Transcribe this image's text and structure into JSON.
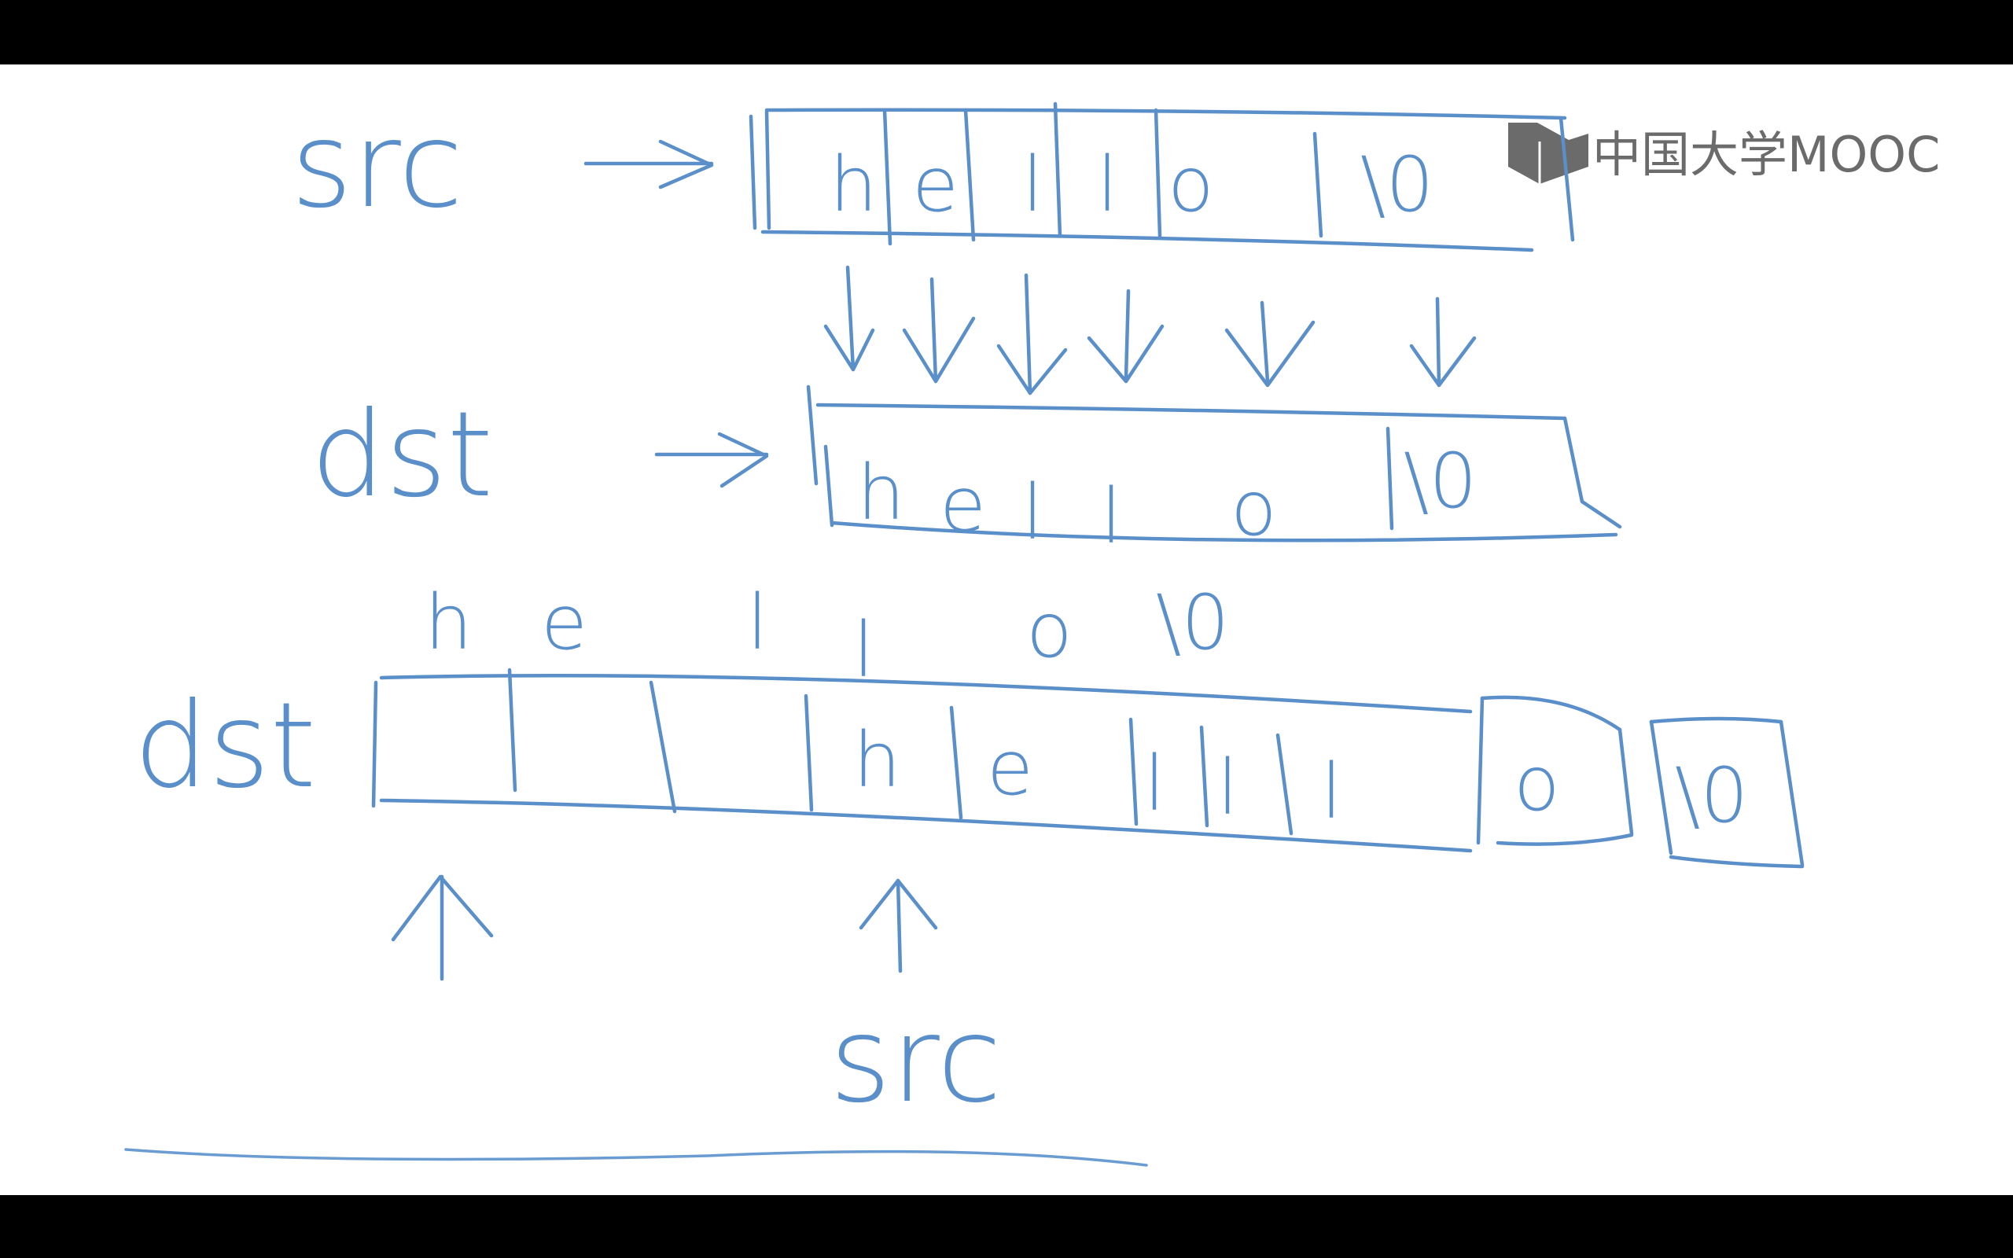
{
  "logo": {
    "text": "中国大学MOOC",
    "color": "#6b6b6b"
  },
  "labels": {
    "src_top": "src",
    "dst_middle": "dst",
    "dst_bottom": "dst",
    "src_bottom": "src"
  },
  "row_src": {
    "cells": [
      "h",
      "e",
      "l",
      "l",
      "o",
      "\\0"
    ]
  },
  "row_dst": {
    "cells": [
      "h",
      "e",
      "l",
      "l",
      "o",
      "\\0"
    ]
  },
  "floating": {
    "chars": [
      "h",
      "e",
      "l",
      "l",
      "o",
      "\\0"
    ]
  },
  "row_bottom": {
    "cells": [
      "",
      "",
      "",
      "h",
      "e",
      "l",
      "l",
      "l",
      "o",
      "\\0"
    ]
  },
  "colors": {
    "ink": "#5b8fc9",
    "board": "#ffffff",
    "frame": "#000000"
  }
}
